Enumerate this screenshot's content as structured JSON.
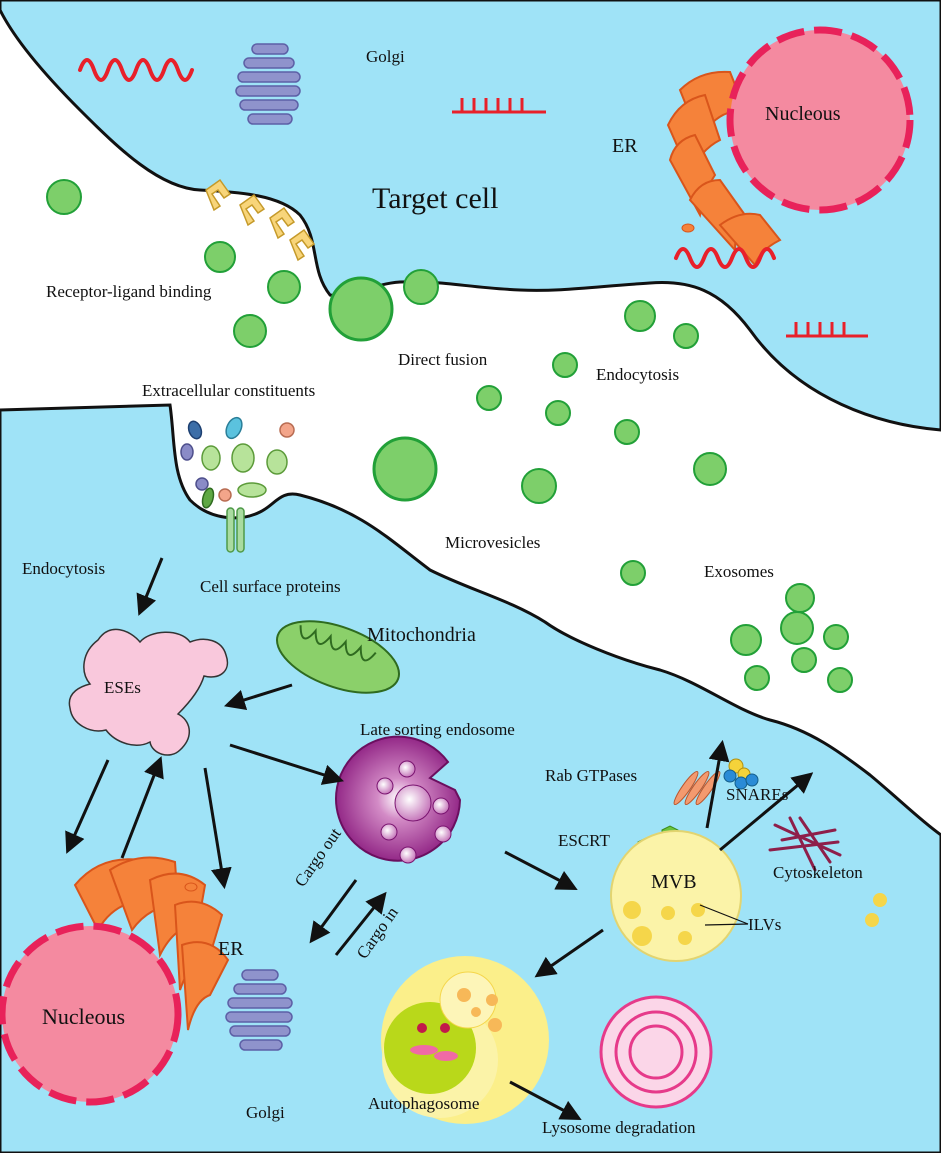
{
  "target_cell": {
    "title": "Target cell",
    "golgi": "Golgi",
    "er": "ER",
    "nucleus": "Nucleous",
    "receptor_ligand": "Receptor-ligand binding",
    "direct_fusion": "Direct fusion",
    "endocytosis": "Endocytosis"
  },
  "extracellular": {
    "constituents": "Extracellular constituents",
    "microvesicles": "Microvesicles",
    "exosomes": "Exosomes",
    "cell_surface_proteins": "Cell surface proteins"
  },
  "donor_cell": {
    "endocytosis": "Endocytosis",
    "eses": "ESEs",
    "mitochondria": "Mitochondria",
    "late_sorting_endosome": "Late sorting endosome",
    "rab_gtpases": "Rab GTPases",
    "snares": "SNAREs",
    "escrt": "ESCRT",
    "mvb": "MVB",
    "cytoskeleton": "Cytoskeleton",
    "ilvs": "ILVs",
    "er": "ER",
    "cargo_out": "Cargo out",
    "cargo_in": "Cargo in",
    "nucleus": "Nucleous",
    "golgi": "Golgi",
    "autophagosome": "Autophagosome",
    "lysosome_degradation": "Lysosome degradation"
  },
  "colors": {
    "cytoplasm": "#9fe3f7",
    "vesicle": "#7dcf6a",
    "vesicle_stroke": "#22a038",
    "nucleus": "#f48aa0",
    "nucleus_stroke": "#e8225a",
    "er": "#f5823a",
    "golgi": "#8f93cc",
    "rna": "#e8202a",
    "ese": "#f9c8dc",
    "late_endosome": "#9a1d8a",
    "mvb": "#fbf3a8",
    "lysosome": "#f08fc4"
  }
}
